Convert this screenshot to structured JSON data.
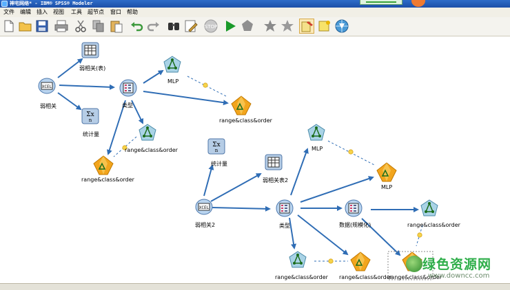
{
  "window": {
    "title": "神宅网络* - IBM® SPSS® Modeler"
  },
  "menu": [
    "文件",
    "编辑",
    "插入",
    "视图",
    "工具",
    "超节点",
    "窗口",
    "帮助"
  ],
  "toolbar_icons": [
    "new-file-icon",
    "open-folder-icon",
    "save-icon",
    "print-icon",
    "cut-icon",
    "copy-icon",
    "paste-icon",
    "undo-icon",
    "redo-icon",
    "find-icon",
    "edit-icon",
    "stop-icon",
    "run-icon",
    "run-selection-icon",
    "run-model-icon",
    "favorite-star-icon",
    "annotate-icon",
    "comment-icon",
    "globe-icon"
  ],
  "nodes": [
    {
      "id": "src1",
      "kind": "source",
      "label": "弱相关"
    },
    {
      "id": "tbl1",
      "kind": "table",
      "label": "弱相关(表)"
    },
    {
      "id": "stat1",
      "kind": "stats",
      "label": "统计量"
    },
    {
      "id": "type1",
      "kind": "type",
      "label": "类型"
    },
    {
      "id": "mlp1",
      "kind": "model",
      "label": "MLP"
    },
    {
      "id": "nug1",
      "kind": "nugget",
      "label": "range&class&order"
    },
    {
      "id": "mdl2",
      "kind": "model",
      "label": "range&class&order"
    },
    {
      "id": "nug2",
      "kind": "nugget",
      "label": "range&class&order"
    },
    {
      "id": "stat2",
      "kind": "stats",
      "label": "统计量"
    },
    {
      "id": "tbl2",
      "kind": "table",
      "label": "弱相关表2"
    },
    {
      "id": "mlp2",
      "kind": "model",
      "label": "MLP"
    },
    {
      "id": "nug3",
      "kind": "nugget",
      "label": "MLP"
    },
    {
      "id": "src2",
      "kind": "source",
      "label": "弱相关2"
    },
    {
      "id": "type2",
      "kind": "type",
      "label": "类型"
    },
    {
      "id": "type3",
      "kind": "type",
      "label": "数据(规模化)"
    },
    {
      "id": "mdl3",
      "kind": "model",
      "label": "range&class&order"
    },
    {
      "id": "mdl4",
      "kind": "model",
      "label": "range&class&order"
    },
    {
      "id": "nug4",
      "kind": "nugget",
      "label": "range&class&order"
    },
    {
      "id": "nug5",
      "kind": "nugget",
      "label": "range&class&order"
    }
  ],
  "watermark": {
    "text": "绿色资源网",
    "url": "www.downcc.com"
  },
  "colors": {
    "link": "#2f6db5",
    "title_bar": "#1c4fa8",
    "nugget": "#f2a51d",
    "model_node": "#9ecfe0"
  }
}
